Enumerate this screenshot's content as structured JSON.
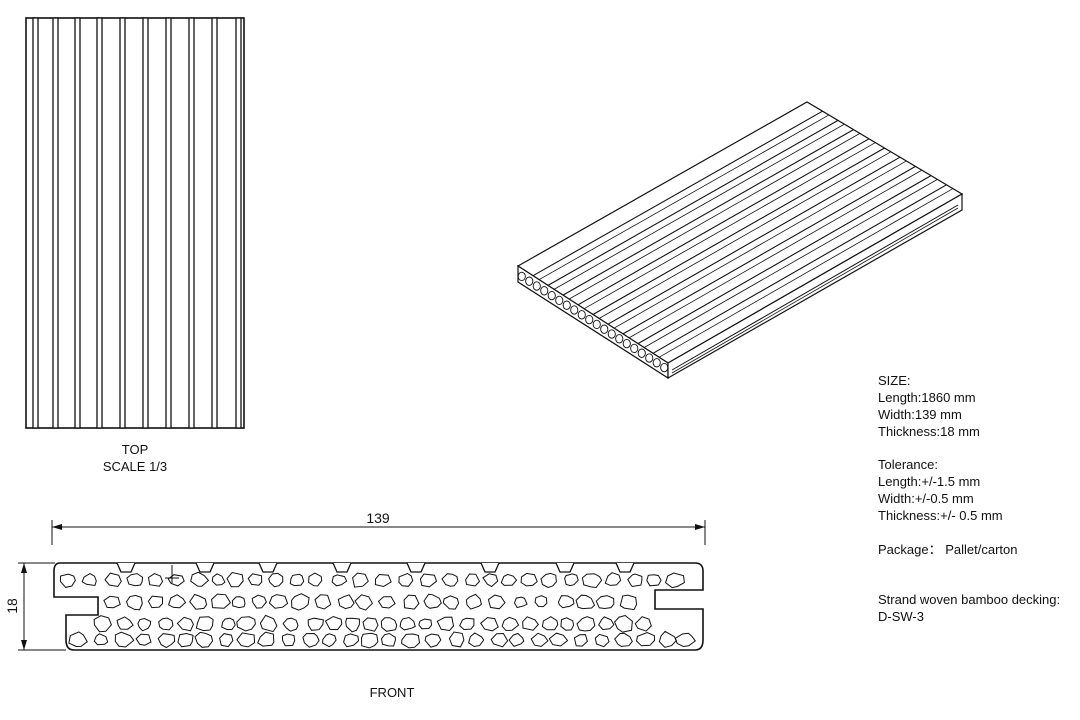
{
  "views": {
    "top_label": "TOP",
    "top_scale": "SCALE 1/3",
    "front_label": "FRONT"
  },
  "dimensions": {
    "width_label": "139",
    "thickness_label": "18"
  },
  "specs": {
    "size_heading": "SIZE:",
    "length": "Length:1860 mm",
    "width": "Width:139 mm",
    "thickness": "Thickness:18 mm",
    "tolerance_heading": "Tolerance:",
    "tol_length": "Length:+/-1.5 mm",
    "tol_width": "Width:+/-0.5 mm",
    "tol_thickness": "Thickness:+/- 0.5 mm",
    "package": "Package： Pallet/carton",
    "product_line1": "Strand woven bamboo decking:",
    "product_line2": "D-SW-3"
  },
  "colors": {
    "line": "#111111",
    "background": "#ffffff"
  }
}
